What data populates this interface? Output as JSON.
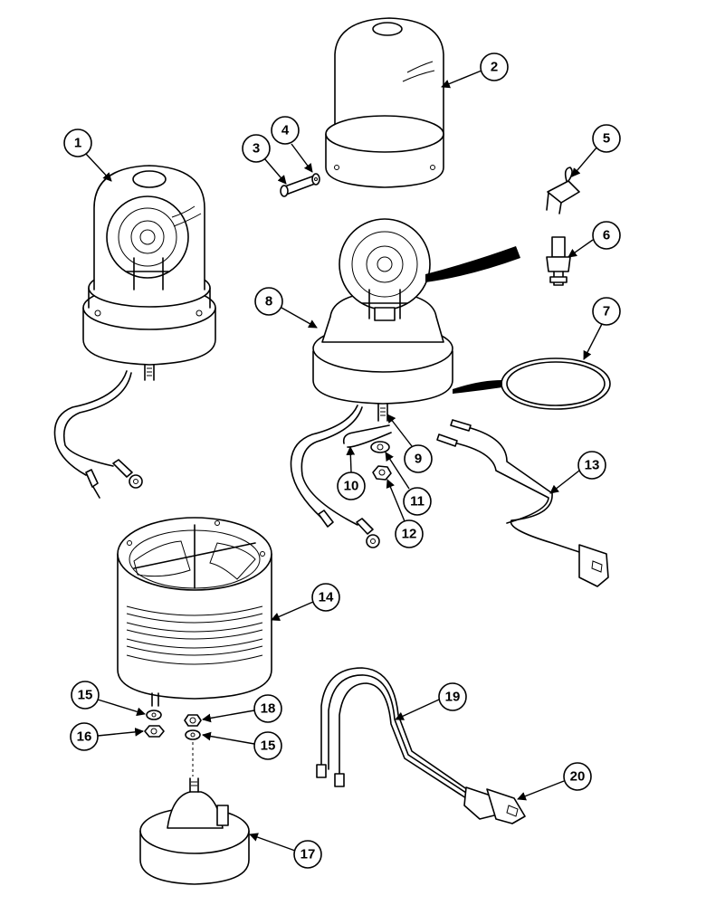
{
  "diagram": {
    "callouts": [
      {
        "id": "1",
        "label": "1"
      },
      {
        "id": "2",
        "label": "2"
      },
      {
        "id": "3",
        "label": "3"
      },
      {
        "id": "4",
        "label": "4"
      },
      {
        "id": "5",
        "label": "5"
      },
      {
        "id": "6",
        "label": "6"
      },
      {
        "id": "7",
        "label": "7"
      },
      {
        "id": "8",
        "label": "8"
      },
      {
        "id": "9",
        "label": "9"
      },
      {
        "id": "10",
        "label": "10"
      },
      {
        "id": "11",
        "label": "11"
      },
      {
        "id": "12",
        "label": "12"
      },
      {
        "id": "13",
        "label": "13"
      },
      {
        "id": "14",
        "label": "14"
      },
      {
        "id": "15a",
        "label": "15"
      },
      {
        "id": "16",
        "label": "16"
      },
      {
        "id": "17",
        "label": "17"
      },
      {
        "id": "18",
        "label": "18"
      },
      {
        "id": "15b",
        "label": "15"
      },
      {
        "id": "19",
        "label": "19"
      },
      {
        "id": "20",
        "label": "20"
      }
    ]
  }
}
